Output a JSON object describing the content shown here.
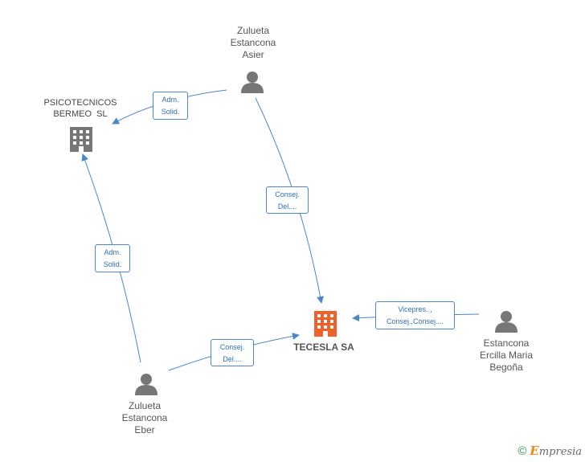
{
  "nodes": {
    "zulueta_asier": {
      "lines": [
        "Zulueta",
        "Estancona",
        "Asier"
      ],
      "icon": "person-icon"
    },
    "psicotecnicos": {
      "lines": [
        "PSICOTECNICOS",
        "BERMEO  SL"
      ],
      "icon": "building-icon"
    },
    "tecesla": {
      "lines": [
        "TECESLA SA"
      ],
      "icon": "building-icon"
    },
    "estancona_begona": {
      "lines": [
        "Estancona",
        "Ercilla Maria",
        "Begoña"
      ],
      "icon": "person-icon"
    },
    "zulueta_eber": {
      "lines": [
        "Zulueta",
        "Estancona",
        "Eber"
      ],
      "icon": "person-icon"
    }
  },
  "edges": [
    {
      "from": "zulueta_asier",
      "to": "psicotecnicos",
      "lines": [
        "Adm.",
        "Solid."
      ]
    },
    {
      "from": "zulueta_asier",
      "to": "tecesla",
      "lines": [
        "Consej.",
        "Del...."
      ]
    },
    {
      "from": "estancona_begona",
      "to": "tecesla",
      "lines": [
        "Vicepres. ,",
        "Consej.,Consej...."
      ]
    },
    {
      "from": "zulueta_eber",
      "to": "psicotecnicos",
      "lines": [
        "Adm.",
        "Solid."
      ]
    },
    {
      "from": "zulueta_eber",
      "to": "tecesla",
      "lines": [
        "Consej.",
        "Del...."
      ]
    }
  ],
  "colors": {
    "edge": "#4a86c8",
    "person": "#777777",
    "company": "#777777",
    "main_company": "#f0602b"
  },
  "footer": {
    "copyright": "©",
    "brand_first": "E",
    "brand_rest": "mpresia"
  }
}
